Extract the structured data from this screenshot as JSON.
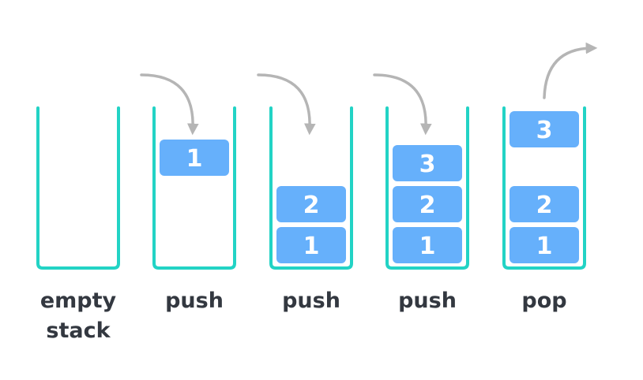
{
  "colors": {
    "container_stroke": "#22d3c5",
    "block_fill": "#66b0fb",
    "block_text": "#ffffff",
    "arrow": "#b5b5b5",
    "caption": "#333840"
  },
  "stages": [
    {
      "caption_lines": [
        "empty",
        "stack"
      ],
      "arrow": "none",
      "blocks": []
    },
    {
      "caption_lines": [
        "push"
      ],
      "arrow": "in",
      "blocks": [
        {
          "label": "1",
          "state": "entering"
        }
      ]
    },
    {
      "caption_lines": [
        "push"
      ],
      "arrow": "in",
      "blocks": [
        {
          "label": "1",
          "state": "stacked"
        },
        {
          "label": "2",
          "state": "stacked"
        }
      ]
    },
    {
      "caption_lines": [
        "push"
      ],
      "arrow": "in",
      "blocks": [
        {
          "label": "1",
          "state": "stacked"
        },
        {
          "label": "2",
          "state": "stacked"
        },
        {
          "label": "3",
          "state": "stacked"
        }
      ]
    },
    {
      "caption_lines": [
        "pop"
      ],
      "arrow": "out",
      "blocks": [
        {
          "label": "1",
          "state": "stacked"
        },
        {
          "label": "2",
          "state": "stacked"
        },
        {
          "label": "3",
          "state": "leaving"
        }
      ]
    }
  ]
}
